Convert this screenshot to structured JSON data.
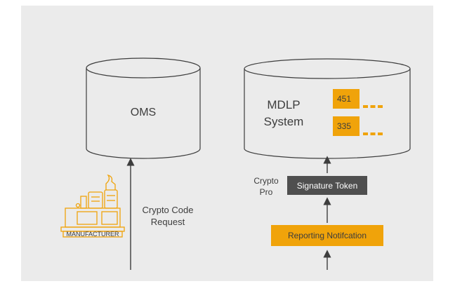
{
  "diagram": {
    "oms_label": "OMS",
    "mdlp_line1": "MDLP",
    "mdlp_line2": "System",
    "code_a": "451",
    "code_b": "335",
    "crypto_code_line1": "Crypto Code",
    "crypto_code_line2": "Request",
    "manufacturer_label": "MANUFACTURER",
    "crypto_pro_line1": "Crypto",
    "crypto_pro_line2": "Pro",
    "signature_token": "Signature Token",
    "reporting_notification": "Reporting Notifcation"
  },
  "colors": {
    "background": "#ebebeb",
    "accent": "#f0a30a",
    "dark_box": "#4f4f4f",
    "line": "#3d3d3d"
  }
}
